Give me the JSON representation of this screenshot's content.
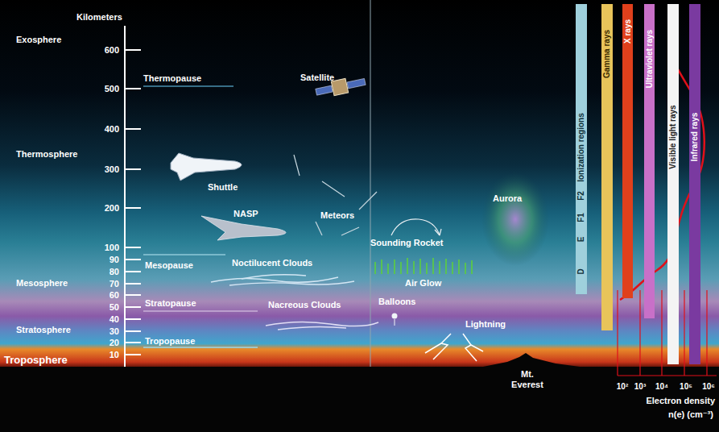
{
  "diagram": {
    "nodes": [
      {
        "text": [
          "Ionization regions",
          "F2",
          "F1",
          "E",
          "D"
        ]
      },
      {
        "text": [
          "Gamma rays"
        ]
      },
      {
        "text": [
          "X rays"
        ]
      },
      {
        "text": [
          "Ultraviolet rays"
        ]
      },
      {
        "text": [
          "Visible light rays"
        ]
      },
      {
        "text": [
          "Infrared rays"
        ]
      }
    ],
    "labels": [
      "Kilometers",
      "Exosphere",
      "600",
      "Thermopause",
      "500",
      "Satellite",
      "400",
      "Thermosphere",
      "300",
      "Shuttle",
      "200",
      "NASP",
      "Meteors",
      "Aurora",
      "Sounding Rocket",
      "100",
      "90",
      "Noctilucent Clouds",
      "Mesopause",
      "80",
      "Mesosphere",
      "Air Glow",
      "70",
      "60",
      "Balloons",
      "Stratopause",
      "50",
      "Nacreous Clouds",
      "40",
      "Stratosphere",
      "Lightning",
      "30",
      "20",
      "Tropopause",
      "10",
      "Troposphere",
      "Mt. Everest",
      "10²",
      "10³",
      "10⁴",
      "10⁵",
      "10⁶",
      "Electron density",
      "n(e) (cm⁻³)"
    ]
  }
}
